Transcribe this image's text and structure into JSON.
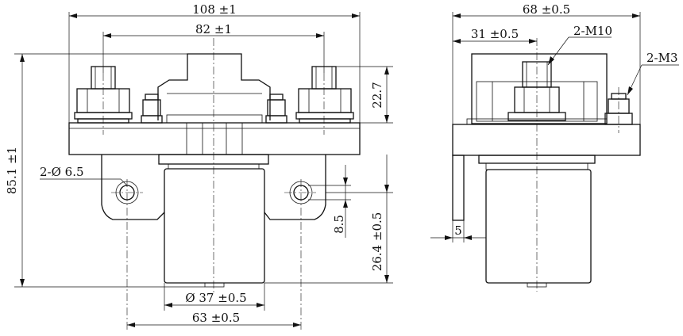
{
  "front_view": {
    "overall_width": "108 ±1",
    "terminal_spacing": "82 ±1",
    "terminal_height": "22.7",
    "overall_height": "85.1 ±1",
    "mount_holes": "2-Ø 6.5",
    "slot_height": "8.5",
    "body_height": "26.4 ±0.5",
    "body_diameter": "Ø 37 ±0.5",
    "hole_spacing": "63 ±0.5"
  },
  "side_view": {
    "overall_width": "68 ±0.5",
    "terminal_offset": "31 ±0.5",
    "main_thread": "2-M10",
    "aux_thread": "2-M3",
    "bracket_thickness": "5"
  }
}
